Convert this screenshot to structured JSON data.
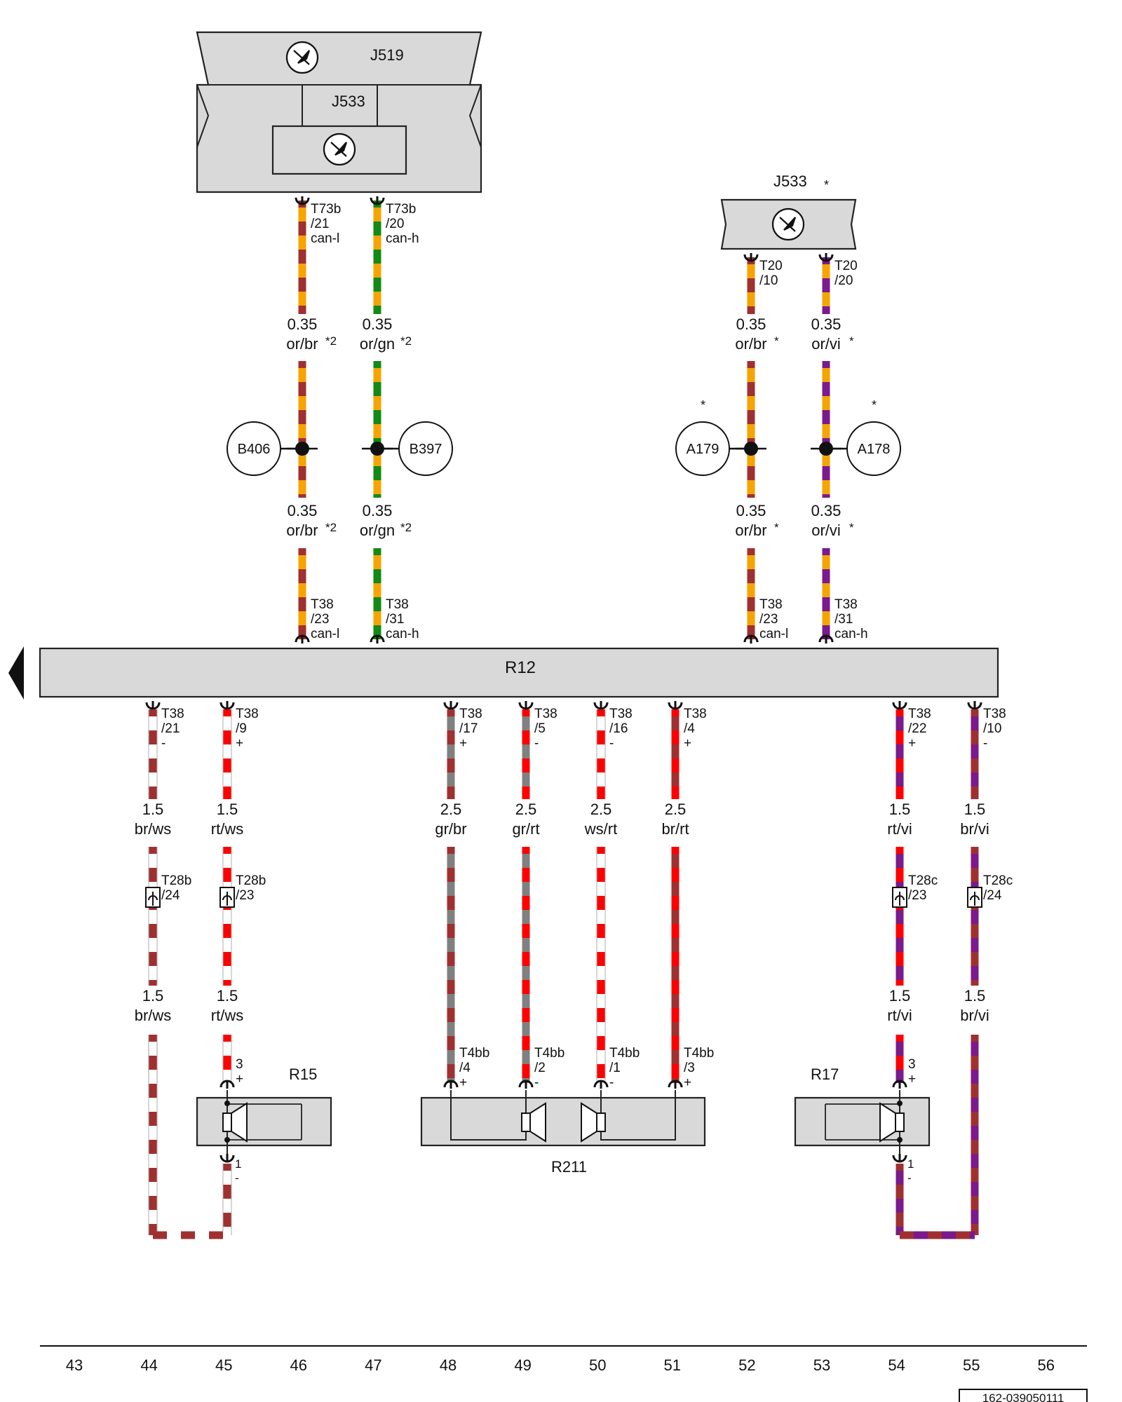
{
  "colors": {
    "or": "#f5a400",
    "br": "#a03030",
    "gn": "#138a13",
    "vi": "#7a1a8c",
    "gr": "#808080",
    "rt": "#ff0000",
    "ws": "#ffffff",
    "box_fill": "#d9d9d9"
  },
  "components": {
    "j519": "J519",
    "j533_main": "J533",
    "j533_right": "J533",
    "j533_right_note": "*",
    "r12": "R12",
    "r15": "R15",
    "r211": "R211",
    "r17": "R17"
  },
  "splices": {
    "b406": "B406",
    "b397": "B397",
    "a179": "A179",
    "a179_note": "*",
    "a178": "A178",
    "a178_note": "*"
  },
  "wires": [
    {
      "id": "w_canl_l",
      "col": 431,
      "c1": "or",
      "c2": "br",
      "size": "0.35",
      "color_code": "or/br",
      "note": "*2",
      "upper_conn": [
        "T73b",
        "/21",
        "can-l"
      ],
      "lower_conn": [
        "T38",
        "/23",
        "can-l"
      ]
    },
    {
      "id": "w_canh_l",
      "col": 538,
      "c1": "or",
      "c2": "gn",
      "size": "0.35",
      "color_code": "or/gn",
      "note": "*2",
      "upper_conn": [
        "T73b",
        "/20",
        "can-h"
      ],
      "lower_conn": [
        "T38",
        "/31",
        "can-h"
      ]
    },
    {
      "id": "w_canl_r",
      "col": 1071,
      "c1": "or",
      "c2": "br",
      "size": "0.35",
      "color_code": "or/br",
      "note": "*",
      "upper_conn": [
        "T20",
        "/10"
      ],
      "lower_conn": [
        "T38",
        "/23",
        "can-l"
      ]
    },
    {
      "id": "w_canh_r",
      "col": 1178,
      "c1": "or",
      "c2": "vi",
      "size": "0.35",
      "color_code": "or/vi",
      "note": "*",
      "upper_conn": [
        "T20",
        "/20"
      ],
      "lower_conn": [
        "T38",
        "/31",
        "can-h"
      ]
    }
  ],
  "lower_wires": [
    {
      "id": "lw_44",
      "col": 218,
      "c1": "ws",
      "c2": "br",
      "size": "1.5",
      "color_code": "br/ws",
      "r12_conn": [
        "T38",
        "/21",
        "-"
      ],
      "mid_conn": [
        "T28b",
        "/24"
      ],
      "end_conn": null
    },
    {
      "id": "lw_45",
      "col": 324,
      "c1": "ws",
      "c2": "rt",
      "size": "1.5",
      "color_code": "rt/ws",
      "r12_conn": [
        "T38",
        "/9",
        "+"
      ],
      "mid_conn": [
        "T28b",
        "/23"
      ],
      "end_conn": [
        "3",
        "+"
      ]
    },
    {
      "id": "lw_48",
      "col": 643,
      "c1": "gr",
      "c2": "br",
      "size": "2.5",
      "color_code": "gr/br",
      "r12_conn": [
        "T38",
        "/17",
        "+"
      ],
      "mid_conn": null,
      "end_conn": [
        "T4bb",
        "/4",
        "+"
      ]
    },
    {
      "id": "lw_49",
      "col": 750,
      "c1": "gr",
      "c2": "rt",
      "size": "2.5",
      "color_code": "gr/rt",
      "r12_conn": [
        "T38",
        "/5",
        "-"
      ],
      "mid_conn": null,
      "end_conn": [
        "T4bb",
        "/2",
        "-"
      ]
    },
    {
      "id": "lw_50",
      "col": 857,
      "c1": "ws",
      "c2": "rt",
      "size": "2.5",
      "color_code": "ws/rt",
      "r12_conn": [
        "T38",
        "/16",
        "-"
      ],
      "mid_conn": null,
      "end_conn": [
        "T4bb",
        "/1",
        "-"
      ]
    },
    {
      "id": "lw_51",
      "col": 963,
      "c1": "br",
      "c2": "rt",
      "size": "2.5",
      "color_code": "br/rt",
      "r12_conn": [
        "T38",
        "/4",
        "+"
      ],
      "mid_conn": null,
      "end_conn": [
        "T4bb",
        "/3",
        "+"
      ]
    },
    {
      "id": "lw_54",
      "col": 1283,
      "c1": "vi",
      "c2": "rt",
      "size": "1.5",
      "color_code": "rt/vi",
      "r12_conn": [
        "T38",
        "/22",
        "+"
      ],
      "mid_conn": [
        "T28c",
        "/23"
      ],
      "end_conn": [
        "3",
        "+"
      ]
    },
    {
      "id": "lw_55",
      "col": 1390,
      "c1": "vi",
      "c2": "br",
      "size": "1.5",
      "color_code": "br/vi",
      "r12_conn": [
        "T38",
        "/10",
        "-"
      ],
      "mid_conn": [
        "T28c",
        "/24"
      ],
      "end_conn": null
    }
  ],
  "speaker_ground": {
    "r15_pin": [
      "1",
      "-"
    ],
    "r17_pin": [
      "1",
      "-"
    ]
  },
  "grid_numbers": [
    "43",
    "44",
    "45",
    "46",
    "47",
    "48",
    "49",
    "50",
    "51",
    "52",
    "53",
    "54",
    "55",
    "56"
  ],
  "doc_id": "162-039050111"
}
